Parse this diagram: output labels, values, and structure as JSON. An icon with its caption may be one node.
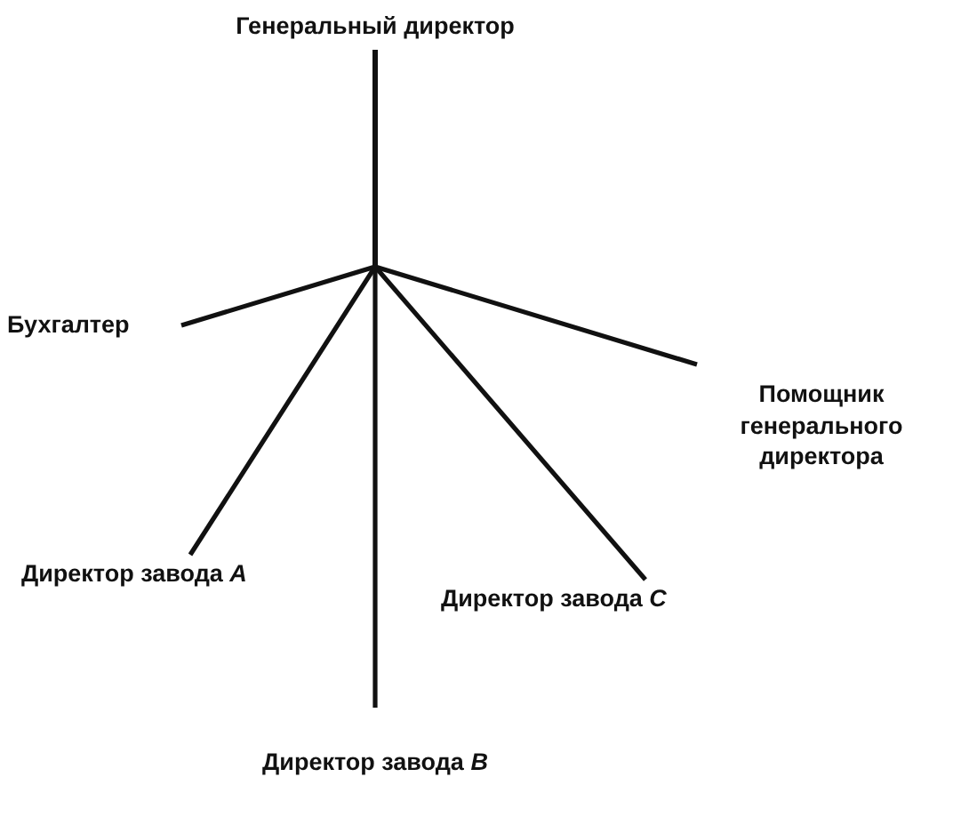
{
  "diagram": {
    "nodes": [
      {
        "text": [
          "Генеральный директор"
        ]
      },
      {
        "text": [
          "Бухгалтер"
        ]
      },
      {
        "text": [
          "Помощник генерального директора"
        ]
      },
      {
        "text": [
          "Директор завода *A*"
        ]
      },
      {
        "text": [
          "Директор завода *C*"
        ]
      },
      {
        "text": [
          "Директор завода *B*"
        ]
      }
    ],
    "edges": [
      {
        "from": 0,
        "to": 1,
        "arrow": "none"
      },
      {
        "from": 0,
        "to": 2,
        "arrow": "none"
      },
      {
        "from": 0,
        "to": 3,
        "arrow": "none"
      },
      {
        "from": 0,
        "to": 4,
        "arrow": "none"
      },
      {
        "from": 0,
        "to": 5,
        "arrow": "none"
      }
    ]
  }
}
